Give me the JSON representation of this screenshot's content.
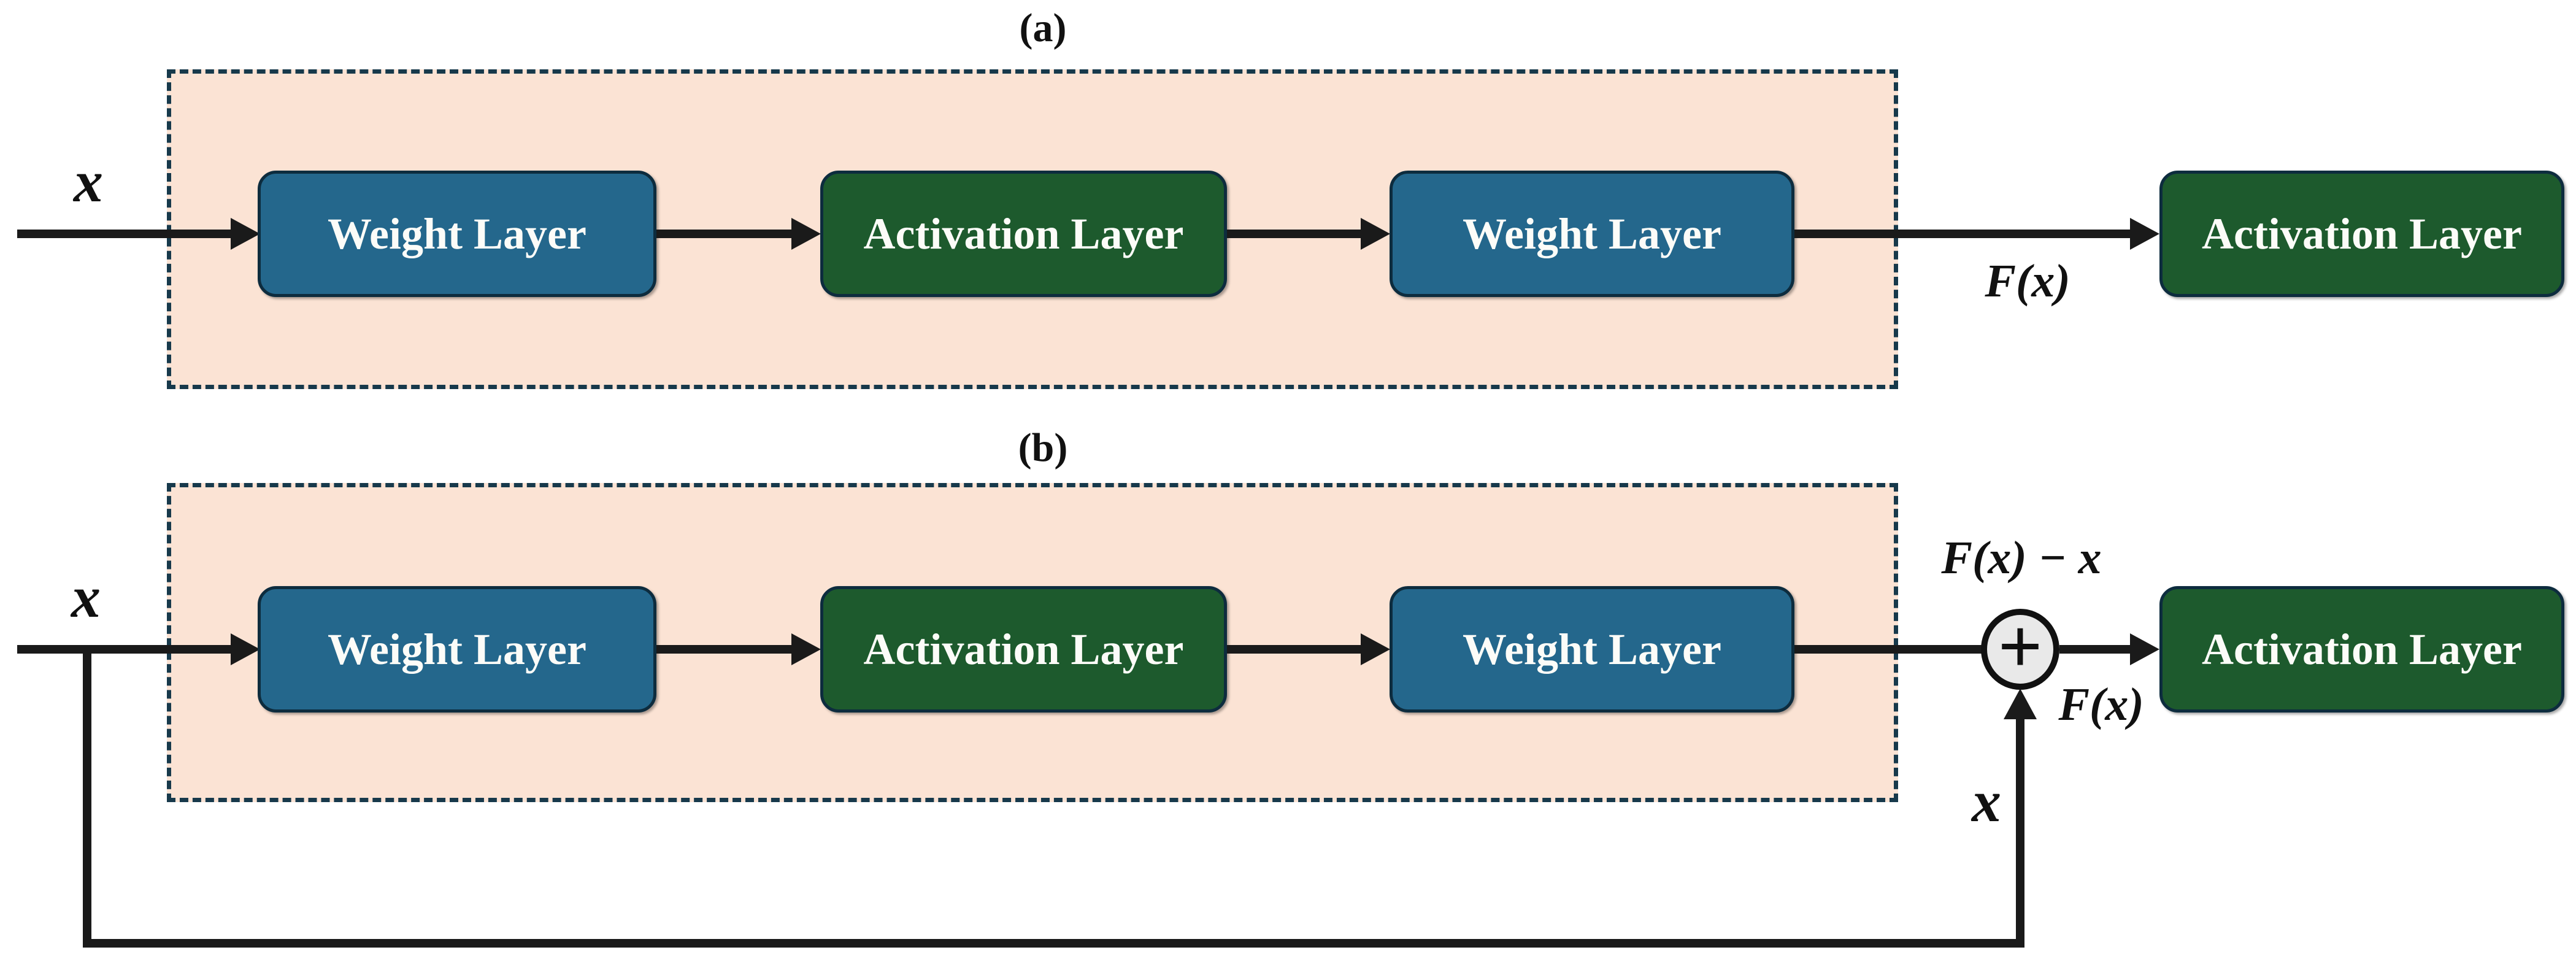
{
  "panel_a": {
    "title": "(a)",
    "input_label": "x",
    "function_label": "F(x)",
    "blocks": [
      {
        "label": "Weight Layer",
        "type": "weight"
      },
      {
        "label": "Activation Layer",
        "type": "activation"
      },
      {
        "label": "Weight Layer",
        "type": "weight"
      }
    ],
    "output_block": {
      "label": "Activation Layer",
      "type": "activation"
    }
  },
  "panel_b": {
    "title": "(b)",
    "input_label": "x",
    "residual_label": "F(x) − x",
    "sum_output_label": "F(x)",
    "identity_label": "x",
    "plus_symbol": "+",
    "blocks": [
      {
        "label": "Weight Layer",
        "type": "weight"
      },
      {
        "label": "Activation Layer",
        "type": "activation"
      },
      {
        "label": "Weight Layer",
        "type": "weight"
      }
    ],
    "output_block": {
      "label": "Activation Layer",
      "type": "activation"
    }
  },
  "colors": {
    "weight_layer_fill": "#24678C",
    "activation_layer_fill": "#1D5A2D",
    "block_border": "#0D2C3E",
    "block_text": "#FCFCF8",
    "container_fill": "#FBE3D4",
    "container_border": "#17394B",
    "connector": "#1A1A1A",
    "sum_node_fill": "#E9E9E9",
    "label_text": "#111111"
  }
}
